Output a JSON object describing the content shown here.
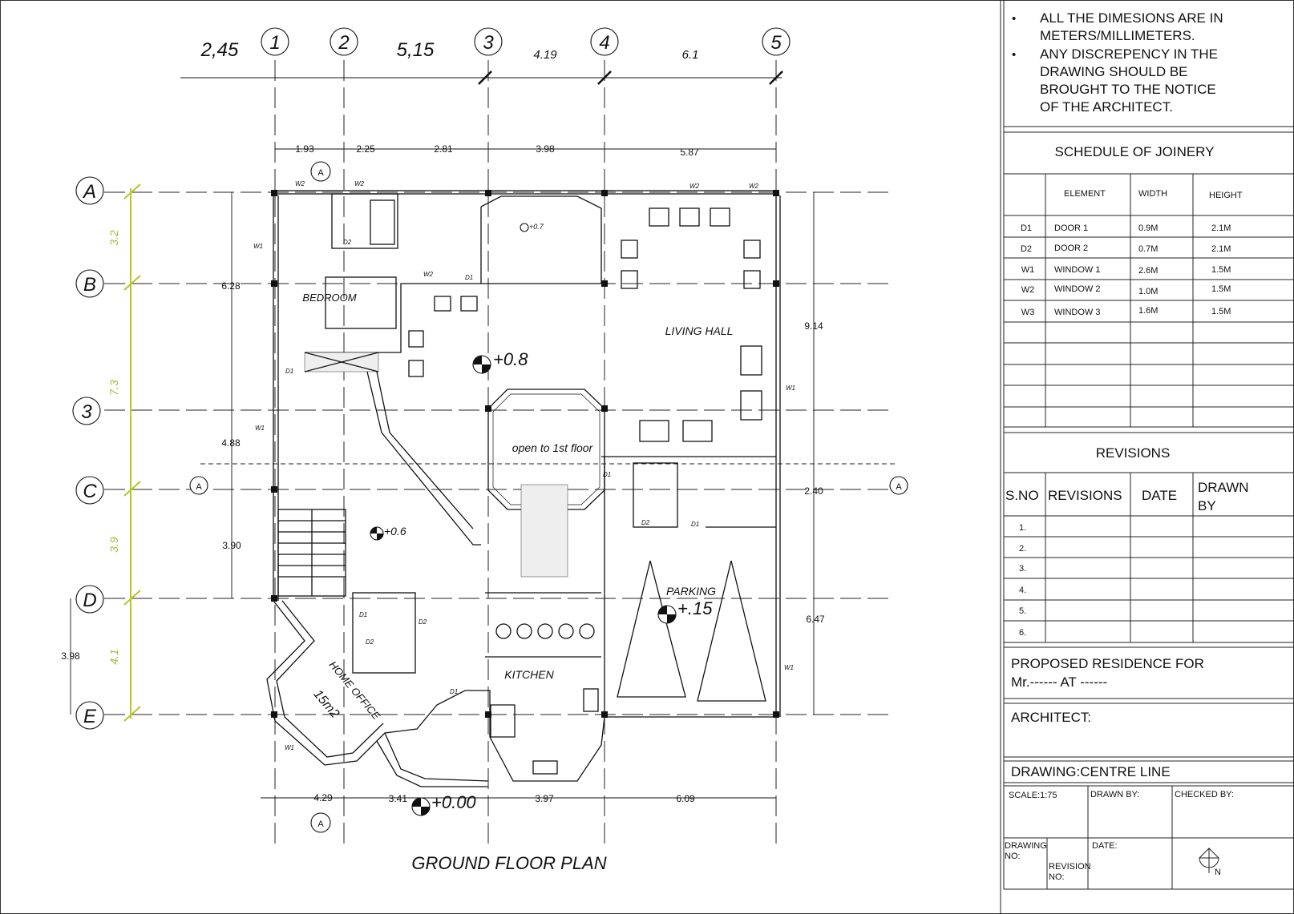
{
  "plan": {
    "title": "GROUND FLOOR PLAN",
    "grid_columns": [
      "1",
      "2",
      "3",
      "4",
      "5"
    ],
    "grid_rows": [
      "A",
      "B",
      "3",
      "C",
      "D",
      "E"
    ],
    "top_dims_major": [
      "2,45",
      "5,15",
      "4.19",
      "6.1"
    ],
    "top_dims_minor": [
      "1.93",
      "2.25",
      "2.81",
      "3.98",
      "5.87"
    ],
    "bottom_dims": [
      "4.29",
      "3.41",
      "3.97",
      "6.09"
    ],
    "left_dims": [
      "6.28",
      "4.88",
      "3.90",
      "3.98"
    ],
    "left_green_dims": [
      "3.2",
      "7.3",
      "3.9",
      "4.1"
    ],
    "right_dims": [
      "9.14",
      "2.40",
      "6.47"
    ],
    "rooms": {
      "bedroom": "BEDROOM",
      "living": "LIVING HALL",
      "open": "open to 1st floor",
      "parking": "PARKING",
      "kitchen": "KITCHEN",
      "office": "HOME OFFICE",
      "office_area": "15m2"
    },
    "levels": [
      "+0.8",
      "+0.6",
      "+.15",
      "+0.00",
      "+0.7"
    ],
    "tags": {
      "d1": "D1",
      "d2": "D2",
      "w1": "W1",
      "w2": "W2",
      "a": "A"
    },
    "accent_color": "#b8c42a"
  },
  "notes": [
    {
      "bullet": "•",
      "lines": [
        "ALL THE DIMESIONS ARE IN",
        "METERS/MILLIMETERS."
      ]
    },
    {
      "bullet": "•",
      "lines": [
        "ANY DISCREPENCY IN THE",
        "DRAWING SHOULD BE",
        "BROUGHT TO THE NOTICE",
        "OF THE ARCHITECT."
      ]
    }
  ],
  "joinery": {
    "title": "SCHEDULE OF JOINERY",
    "headers": [
      "",
      "ELEMENT",
      "WIDTH",
      "HEIGHT"
    ],
    "rows": [
      [
        "D1",
        "DOOR 1",
        "0.9M",
        "2.1M"
      ],
      [
        "D2",
        "DOOR 2",
        "0.7M",
        "2.1M"
      ],
      [
        "W1",
        "WINDOW 1",
        "2.6M",
        "1.5M"
      ],
      [
        "W2",
        "WINDOW 2",
        "1.0M",
        "1.5M"
      ],
      [
        "W3",
        "WINDOW 3",
        "1.6M",
        "1.5M"
      ]
    ]
  },
  "revisions": {
    "title": "REVISIONS",
    "headers": [
      "S.NO",
      "REVISIONS",
      "DATE",
      "DRAWN",
      "BY"
    ],
    "rows": [
      "1.",
      "2.",
      "3.",
      "4.",
      "5.",
      "6."
    ]
  },
  "project": {
    "line1": "PROPOSED RESIDENCE FOR",
    "line2": "Mr.------ AT ------"
  },
  "architect": "ARCHITECT:",
  "drawing": "DRAWING:CENTRE LINE",
  "info": {
    "scale": "SCALE:1:75",
    "drawn_by": "DRAWN BY:",
    "checked_by": "CHECKED BY:",
    "drawing_no_1": "DRAWING",
    "drawing_no_2": "NO:",
    "revision_no_1": "REVISION",
    "revision_no_2": "NO:",
    "date": "DATE:",
    "north": "N"
  }
}
